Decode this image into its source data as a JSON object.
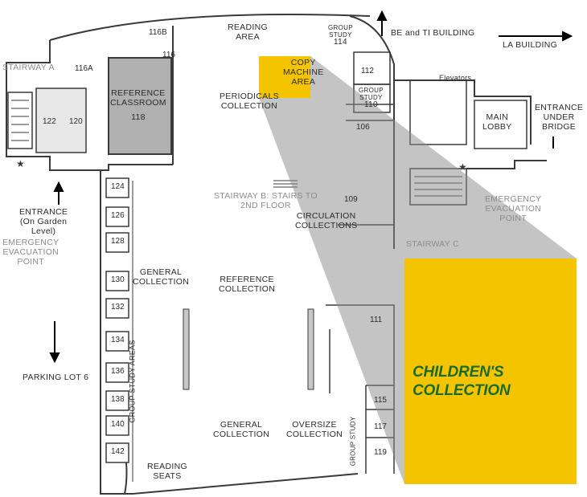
{
  "highlight": {
    "title_line1": "CHILDREN'S",
    "title_line2": "COLLECTION",
    "color": "#f5c400",
    "text_color": "#1a6b2f"
  },
  "labels": {
    "reading_area": [
      "READING",
      "AREA"
    ],
    "group_study_114": [
      "GROUP",
      "STUDY",
      "114"
    ],
    "be_ti": "BE and TI BUILDING",
    "la_building": "LA BUILDING",
    "stairway_a": "STAIRWAY A",
    "r116b": "116B",
    "r116": "116",
    "r116a": "116A",
    "reference_classroom": [
      "REFERENCE",
      "CLASSROOM",
      "118"
    ],
    "r122": "122",
    "r120": "120",
    "copy_machine": [
      "COPY",
      "MACHINE",
      "AREA"
    ],
    "r112": "112",
    "group_study_110": [
      "GROUP",
      "STUDY",
      "110"
    ],
    "periodicals": [
      "PERIODICALS",
      "COLLECTION"
    ],
    "r106": "106",
    "elevators": "Elevators",
    "main_lobby": [
      "MAIN",
      "LOBBY"
    ],
    "entrance_bridge": [
      "ENTRANCE",
      "UNDER",
      "BRIDGE"
    ],
    "stairway_b": [
      "STAIRWAY B: STAIRS TO",
      "2ND FLOOR"
    ],
    "r109": "109",
    "circulation": [
      "CIRCULATION",
      "COLLECTIONS"
    ],
    "emergency_right": [
      "EMERGENCY",
      "EVACUATION",
      "POINT"
    ],
    "entrance_garden": [
      "ENTRANCE",
      "(On Garden",
      "Level)"
    ],
    "emergency_left": [
      "EMERGENCY",
      "EVACUATION",
      "POINT"
    ],
    "stairway_c": "STAIRWAY C",
    "rooms_left": [
      "124",
      "126",
      "128",
      "130",
      "132",
      "134",
      "136",
      "138",
      "140",
      "142"
    ],
    "general_collection_1": [
      "GENERAL",
      "COLLECTION"
    ],
    "reference_collection": [
      "REFERENCE",
      "COLLECTION"
    ],
    "r111": "111",
    "parking": "PARKING LOT 6",
    "group_study_areas": "GROUP STUDY AREAS",
    "rooms_right": [
      "115",
      "117",
      "119"
    ],
    "group_study_vertical": "GROUP STUDY",
    "general_collection_2": [
      "GENERAL",
      "COLLECTION"
    ],
    "oversize": [
      "OVERSIZE",
      "COLLECTION"
    ],
    "reading_seats": [
      "READING",
      "SEATS"
    ]
  }
}
